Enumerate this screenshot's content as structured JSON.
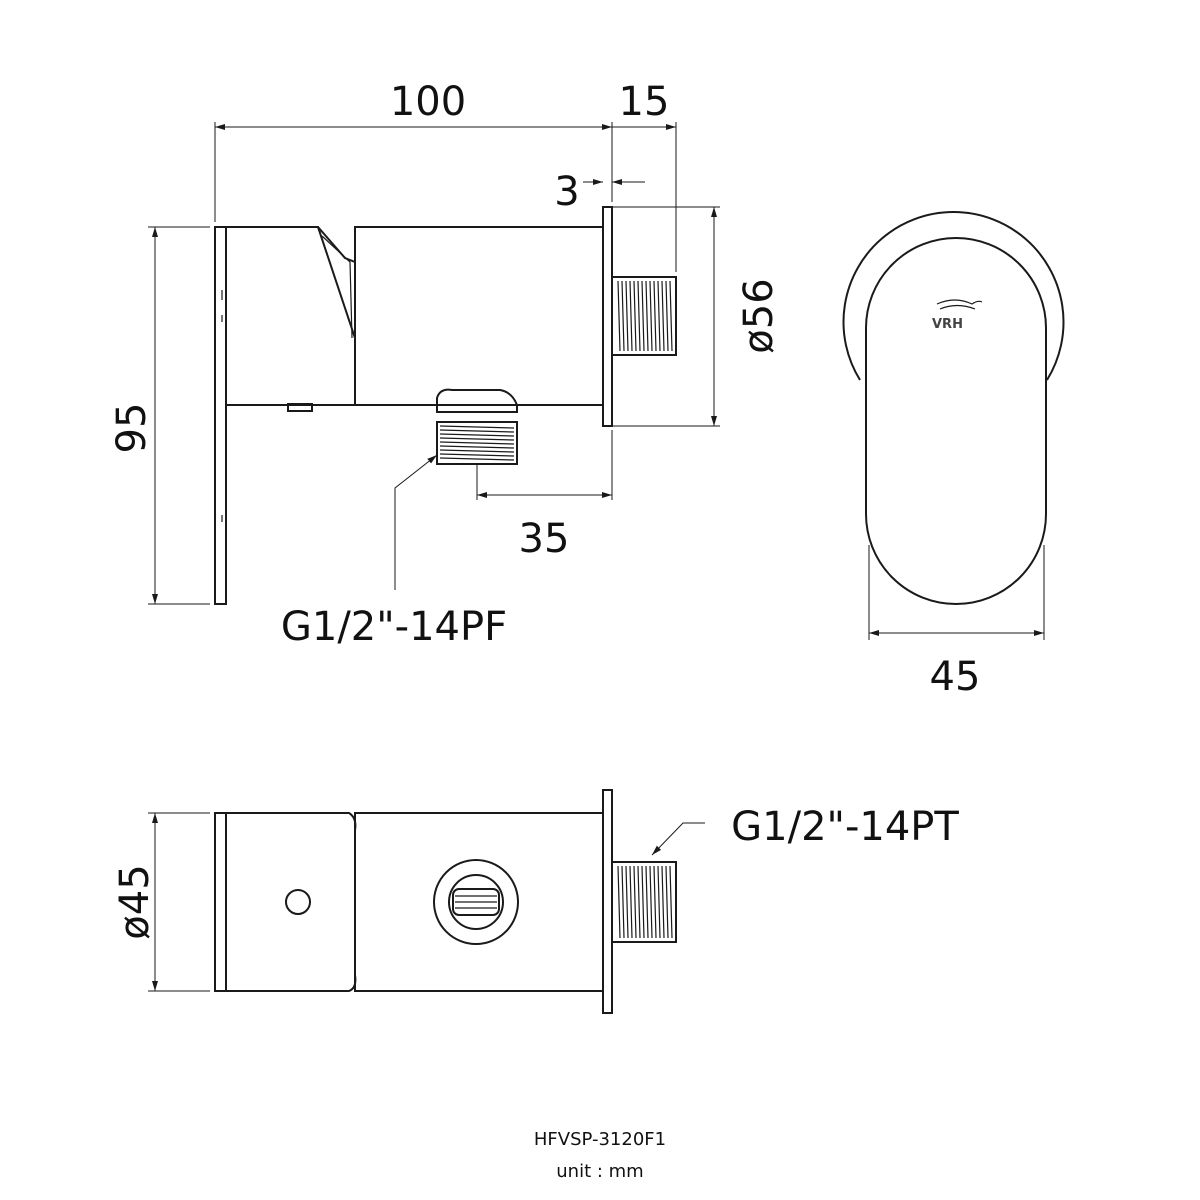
{
  "dimensions": {
    "width_total": "100",
    "flange_offset": "15",
    "flange_thickness": "3",
    "height": "95",
    "flange_diameter": "ø56",
    "outlet_distance": "35",
    "front_width": "45",
    "body_diameter": "ø45"
  },
  "threads": {
    "outlet_thread": "G1/2\"-14PF",
    "inlet_thread": "G1/2\"-14PT"
  },
  "logo": {
    "text": "VRH"
  },
  "footer": {
    "model": "HFVSP-3120F1",
    "unit": "unit : mm"
  }
}
